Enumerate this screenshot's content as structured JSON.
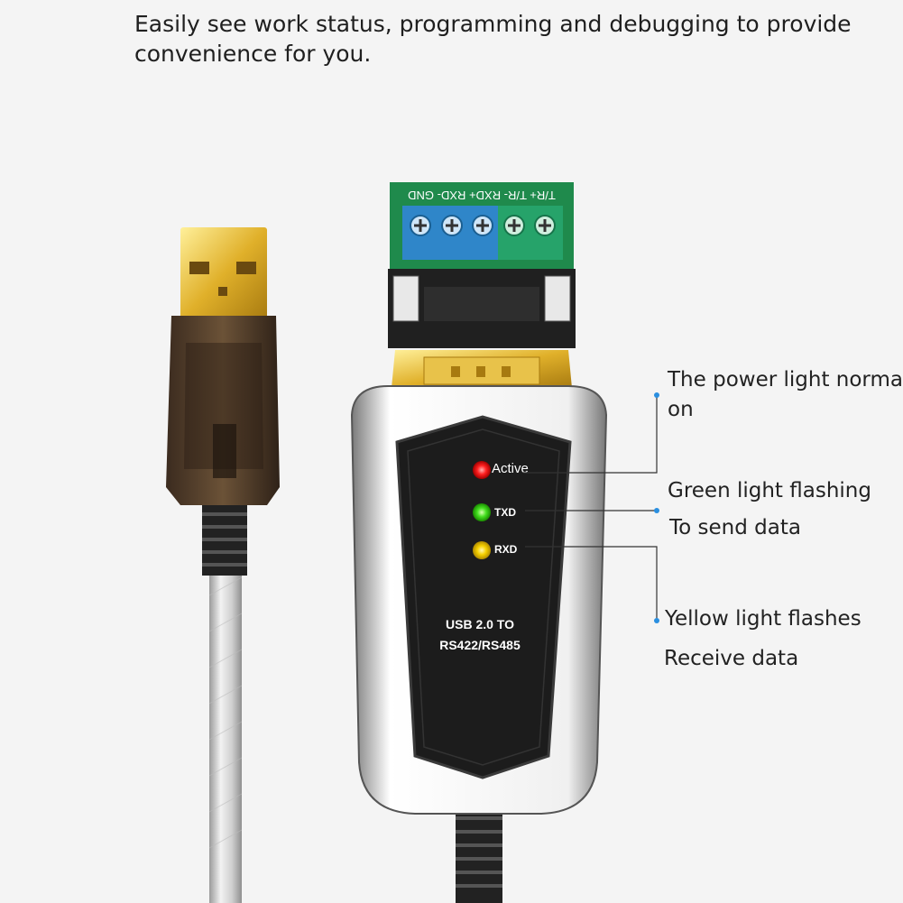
{
  "headline": {
    "line1": "Easily see work status, programming and debugging to provide",
    "line2": "convenience for you."
  },
  "terminal_labels": "T/R+ T/R- RXD+ RXD- GND",
  "leds": [
    {
      "label": "Active",
      "color": "#ff2020"
    },
    {
      "label": "TXD",
      "color": "#44e020"
    },
    {
      "label": "RXD",
      "color": "#f5d000"
    }
  ],
  "device_label": {
    "line1": "USB 2.0 TO",
    "line2": "RS422/RS485"
  },
  "callouts": {
    "power_line1": "The power light norma",
    "power_line2": "on",
    "green_line1": "Green light flashing",
    "green_line2": "To send data",
    "yellow_line1": "Yellow light flashes",
    "yellow_line2": "Receive data"
  },
  "colors": {
    "terminal_blue": "#2f86c9",
    "terminal_green": "#26a36a",
    "pcb_green": "#1f8a4c",
    "gold": "#e0b02a"
  }
}
